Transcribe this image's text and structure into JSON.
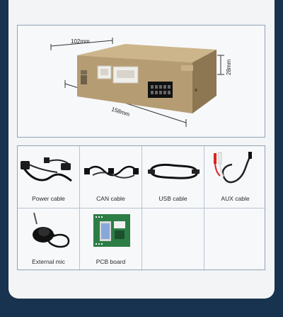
{
  "product": {
    "dims": {
      "width": "102mm",
      "length": "158mm",
      "height": "28mm"
    }
  },
  "accessories": [
    {
      "id": "power-cable",
      "label": "Power cable",
      "icon": "power-cable-icon"
    },
    {
      "id": "can-cable",
      "label": "CAN cable",
      "icon": "can-cable-icon"
    },
    {
      "id": "usb-cable",
      "label": "USB cable",
      "icon": "usb-cable-icon"
    },
    {
      "id": "aux-cable",
      "label": "AUX cable",
      "icon": "aux-cable-icon"
    },
    {
      "id": "external-mic",
      "label": "External mic",
      "icon": "microphone-icon"
    },
    {
      "id": "pcb-board",
      "label": "PCB board",
      "icon": "pcb-board-icon"
    }
  ],
  "colors": {
    "background": "#173350",
    "panel": "#f3f4f6",
    "box_gold": "#b69c73"
  }
}
